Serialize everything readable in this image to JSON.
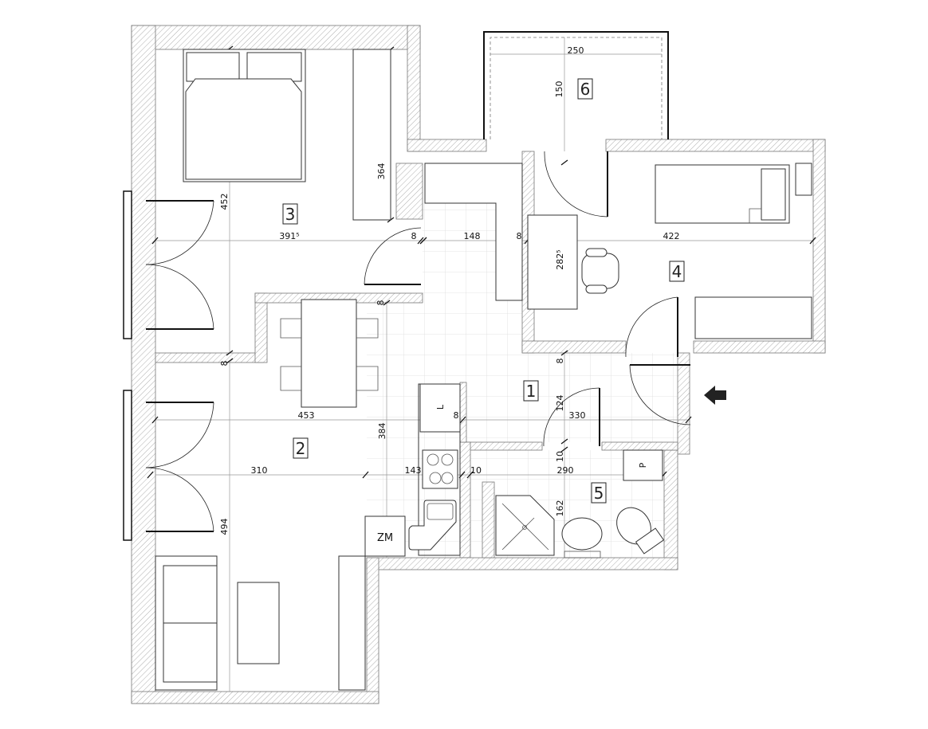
{
  "plan": {
    "rooms": [
      {
        "number": "1"
      },
      {
        "number": "2"
      },
      {
        "number": "3"
      },
      {
        "number": "4"
      },
      {
        "number": "5"
      },
      {
        "number": "6"
      }
    ],
    "dimensions": {
      "balcony_width": "250",
      "balcony_depth": "150",
      "room3_height": "452",
      "room3_width": "391⁵",
      "wardrobe": "364",
      "wall_8a": "8",
      "corridor_width": "148",
      "wall_8b": "8",
      "desk_depth": "282⁵",
      "room4_width": "422",
      "wall_8c": "8",
      "wall_8d": "8",
      "wall_8e": "8",
      "room2_width": "453",
      "kitchen_wall_8": "8",
      "hall_124": "124",
      "hall_330": "330",
      "room2_height": "384",
      "wall_10a": "10",
      "room2_310": "310",
      "kitchen_143": "143",
      "wall_10b": "10",
      "bath_290": "290",
      "bath_162": "162",
      "room2_494": "494"
    },
    "labels": {
      "fridge": "L",
      "stove_area": "ZM",
      "washer": "P"
    }
  }
}
